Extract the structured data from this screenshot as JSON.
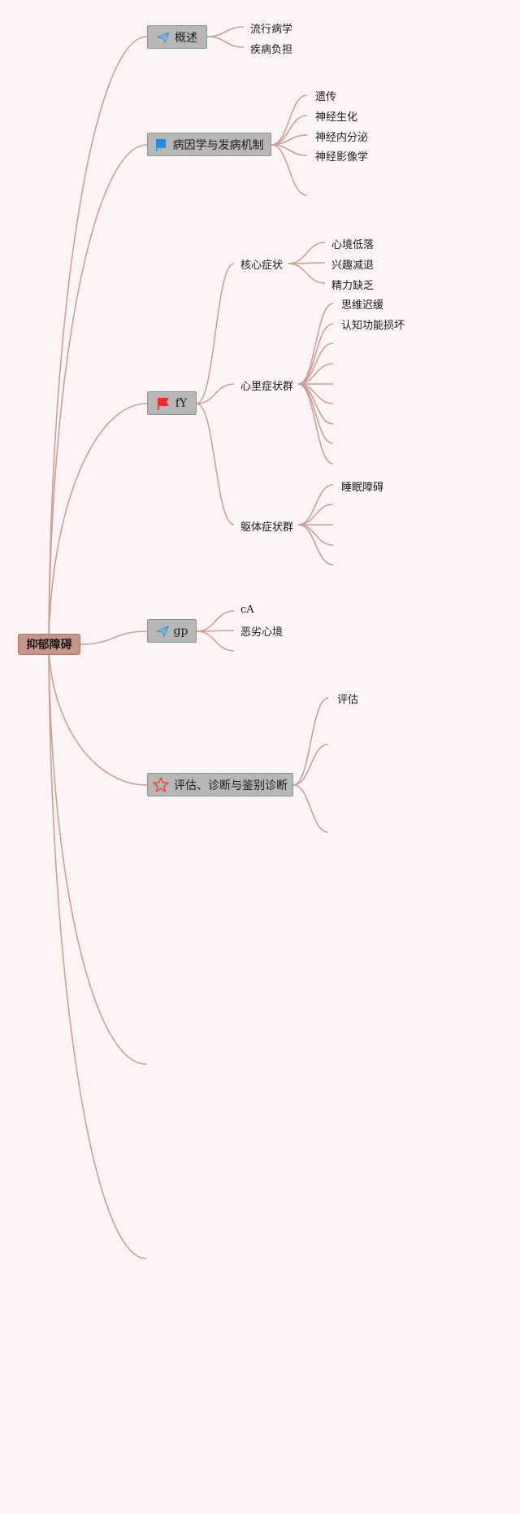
{
  "root": {
    "label": "抑郁障碍"
  },
  "branches": [
    {
      "id": "overview",
      "label": "概述",
      "icon": "paper-plane-icon",
      "icon_color": "#4a9bd8",
      "children": [
        {
          "label": "流行病学"
        },
        {
          "label": "疾病负担"
        }
      ]
    },
    {
      "id": "etiology",
      "label": "病因学与发病机制",
      "icon": "blue-flag-icon",
      "icon_color": "#1f8fe0",
      "children": [
        {
          "label": "遗传"
        },
        {
          "label": "神经生化"
        },
        {
          "label": "神经内分泌"
        },
        {
          "label": "神经影像学"
        },
        {
          "label": ""
        }
      ]
    },
    {
      "id": "fy",
      "label": "fY",
      "icon": "red-flag-icon",
      "icon_color": "#e8302a",
      "children": [
        {
          "label": "核心症状",
          "children": [
            {
              "label": "心境低落"
            },
            {
              "label": "兴趣减退"
            },
            {
              "label": "精力缺乏"
            }
          ]
        },
        {
          "label": "心里症状群",
          "children": [
            {
              "label": "思维迟缓"
            },
            {
              "label": "认知功能损坏"
            },
            {
              "label": ""
            },
            {
              "label": ""
            },
            {
              "label": ""
            },
            {
              "label": ""
            },
            {
              "label": ""
            },
            {
              "label": ""
            }
          ]
        },
        {
          "label": "躯体症状群",
          "children": [
            {
              "label": "睡眠障碍"
            },
            {
              "label": ""
            },
            {
              "label": ""
            },
            {
              "label": ""
            },
            {
              "label": ""
            }
          ]
        }
      ]
    },
    {
      "id": "gp",
      "label": "gp",
      "icon": "paper-plane-icon",
      "icon_color": "#4a9bd8",
      "children": [
        {
          "label": "cA"
        },
        {
          "label": "恶劣心境"
        },
        {
          "label": ""
        }
      ]
    },
    {
      "id": "assessment",
      "label": "评估、诊断与鉴别诊断",
      "icon": "star-icon",
      "icon_color": "#e8443a",
      "children": [
        {
          "label": "评估"
        },
        {
          "label": ""
        },
        {
          "label": ""
        }
      ]
    }
  ],
  "colors": {
    "line": "#c9a09a",
    "background": "#fdf5f5"
  }
}
